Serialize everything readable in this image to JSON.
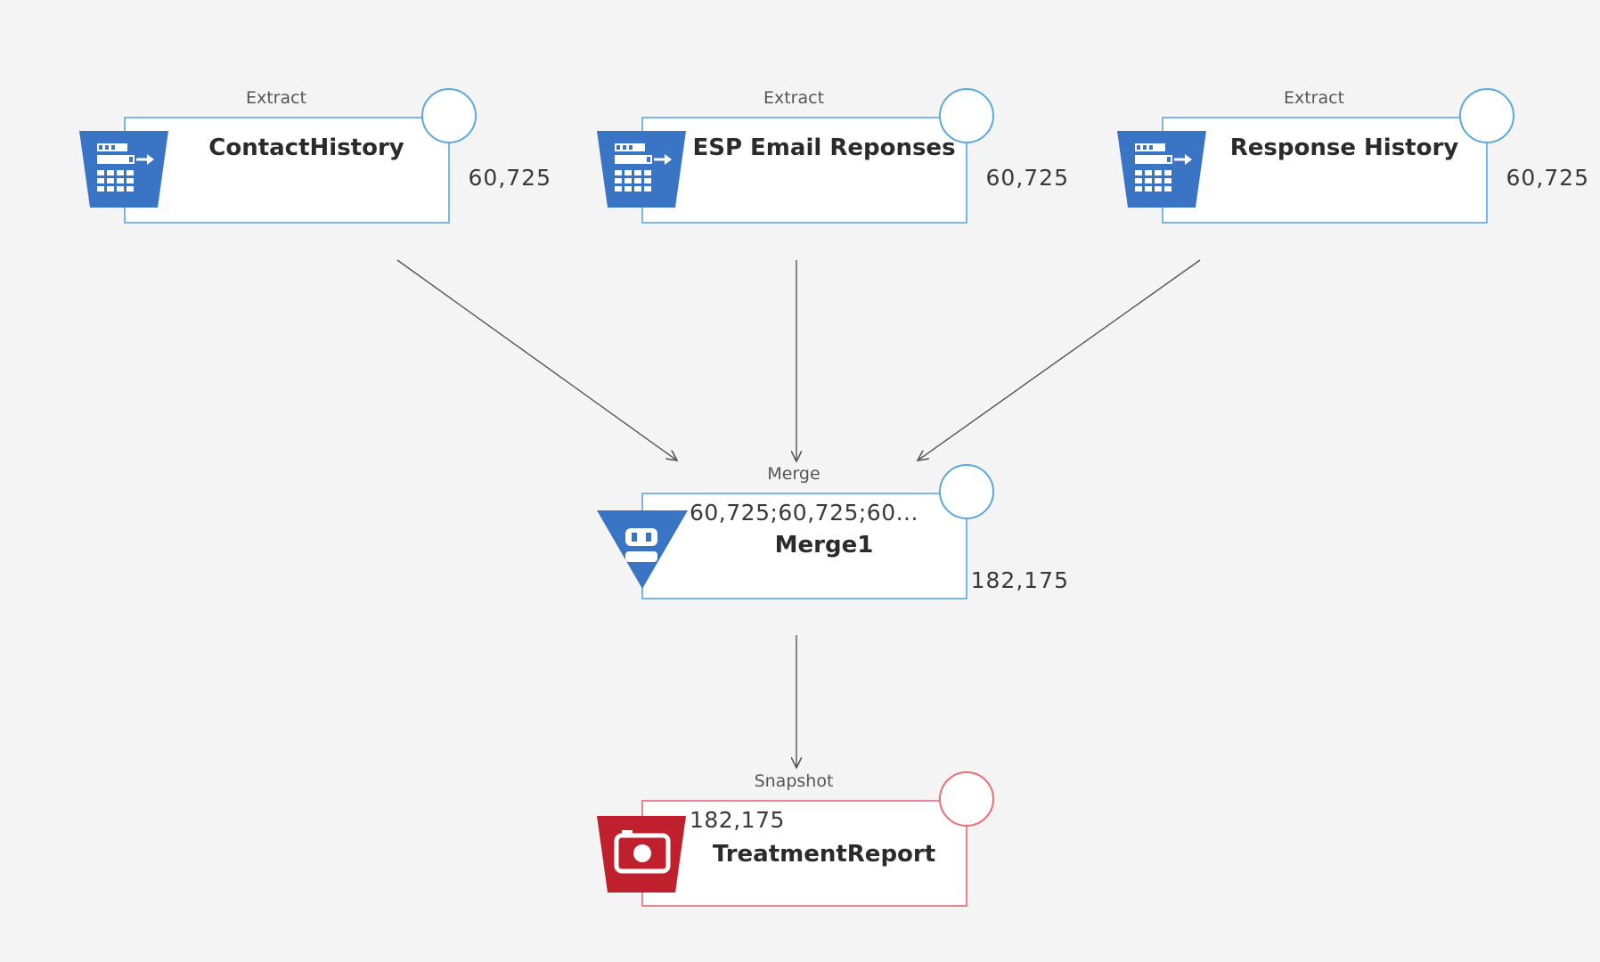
{
  "colors": {
    "background": "#f4f4f4",
    "connector": "#555555",
    "select_node_border": "#7ab7e6",
    "select_icon": "#3a74c4",
    "snapshot_node_border": "#e9868c",
    "snapshot_icon": "#c0202d",
    "status_circle_blue": "#5ca7de",
    "status_circle_red": "#ec6e74"
  },
  "nodes": {
    "contact_history": {
      "type": "Extract",
      "name": "ContactHistory",
      "count": "60,725",
      "icon": "table-extract-icon"
    },
    "esp_email": {
      "type": "Extract",
      "name": "ESP Email Reponses",
      "count": "60,725",
      "icon": "table-extract-icon"
    },
    "response_history": {
      "type": "Extract",
      "name": "Response History",
      "count": "60,725",
      "icon": "table-extract-icon"
    },
    "merge1": {
      "type": "Merge",
      "name": "Merge1",
      "inputs": "60,725;60,725;60...",
      "count": "182,175",
      "icon": "merge-icon"
    },
    "treatment_report": {
      "type": "Snapshot",
      "name": "TreatmentReport",
      "inputs": "182,175",
      "icon": "snapshot-camera-icon"
    }
  }
}
